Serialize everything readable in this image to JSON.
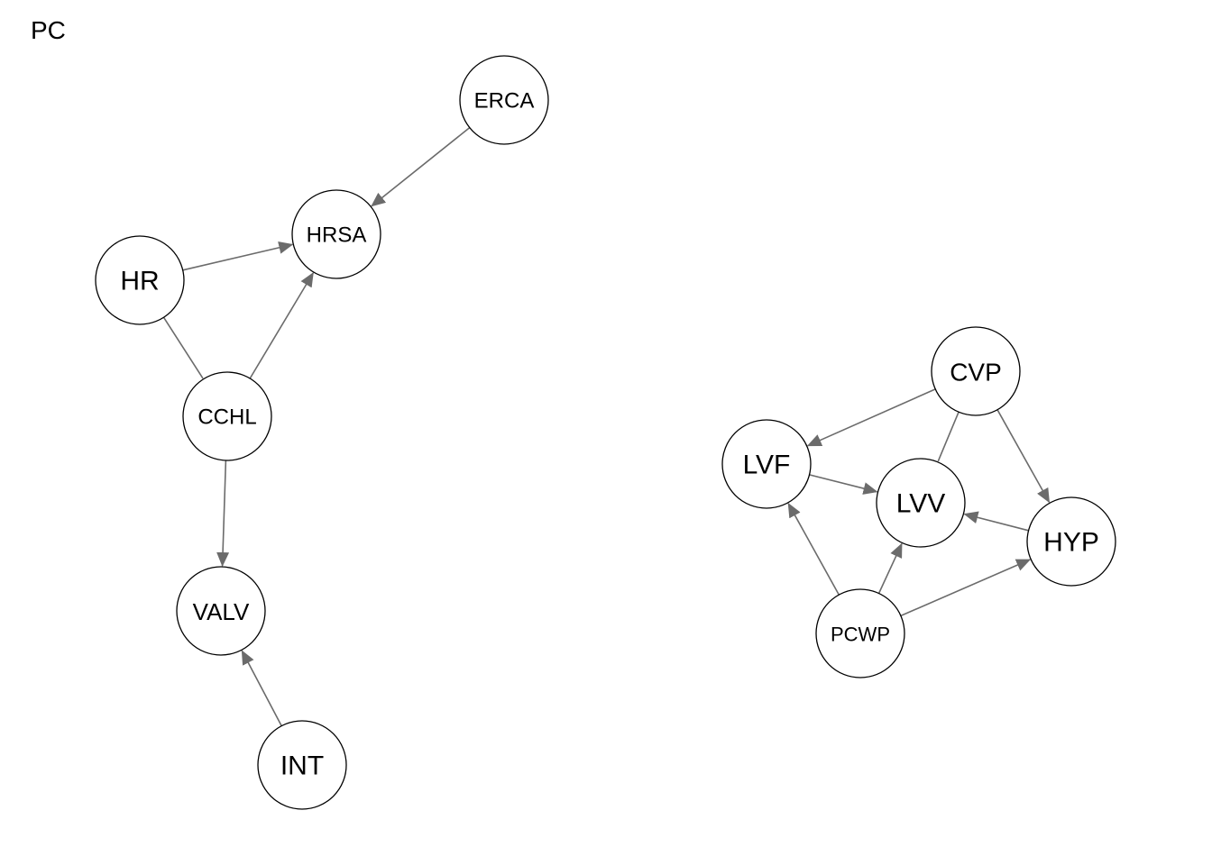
{
  "title": "PC",
  "colors": {
    "edge": "#6b6b6b",
    "node_stroke": "#000000",
    "node_fill": "#ffffff",
    "text": "#000000"
  },
  "nodes": [
    {
      "id": "ERCA",
      "label": "ERCA"
    },
    {
      "id": "HRSA",
      "label": "HRSA"
    },
    {
      "id": "HR",
      "label": "HR"
    },
    {
      "id": "CCHL",
      "label": "CCHL"
    },
    {
      "id": "VALV",
      "label": "VALV"
    },
    {
      "id": "INT",
      "label": "INT"
    },
    {
      "id": "CVP",
      "label": "CVP"
    },
    {
      "id": "LVF",
      "label": "LVF"
    },
    {
      "id": "LVV",
      "label": "LVV"
    },
    {
      "id": "HYP",
      "label": "HYP"
    },
    {
      "id": "PCWP",
      "label": "PCWP"
    }
  ],
  "edges": [
    {
      "from": "ERCA",
      "to": "HRSA",
      "directed": true
    },
    {
      "from": "HR",
      "to": "HRSA",
      "directed": true
    },
    {
      "from": "CCHL",
      "to": "HRSA",
      "directed": true
    },
    {
      "from": "HR",
      "to": "CCHL",
      "directed": false
    },
    {
      "from": "CCHL",
      "to": "VALV",
      "directed": true
    },
    {
      "from": "INT",
      "to": "VALV",
      "directed": true
    },
    {
      "from": "CVP",
      "to": "LVF",
      "directed": true
    },
    {
      "from": "CVP",
      "to": "LVV",
      "directed": false
    },
    {
      "from": "CVP",
      "to": "HYP",
      "directed": true
    },
    {
      "from": "LVF",
      "to": "LVV",
      "directed": true
    },
    {
      "from": "HYP",
      "to": "LVV",
      "directed": true
    },
    {
      "from": "PCWP",
      "to": "LVF",
      "directed": true
    },
    {
      "from": "PCWP",
      "to": "LVV",
      "directed": true
    },
    {
      "from": "PCWP",
      "to": "HYP",
      "directed": true
    }
  ]
}
